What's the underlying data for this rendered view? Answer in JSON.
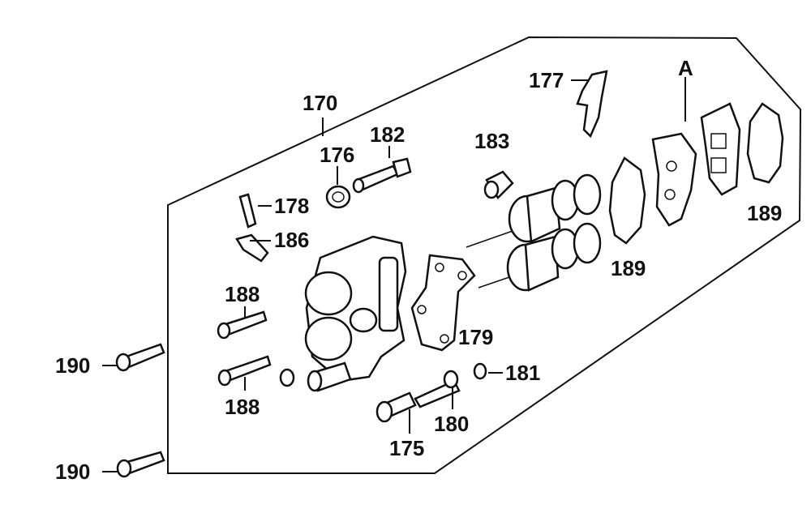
{
  "diagram": {
    "callouts": {
      "assembly": "170",
      "piston_seal_kit": "175",
      "bolt_bracket": "176",
      "pad_spring": "177",
      "bleeder_valve": "178",
      "seal": "179",
      "bleed_screw": "180",
      "cap": "181",
      "pin_bolt": "182",
      "boot": "183",
      "cap_bleeder": "186",
      "pin_upper": "188",
      "pin_lower": "188",
      "pads_left": "189",
      "pads_right": "189",
      "bolt_upper": "190",
      "bolt_lower": "190",
      "ref_a": "A"
    },
    "colors": {
      "ink": "#111111",
      "background": "#ffffff"
    }
  }
}
